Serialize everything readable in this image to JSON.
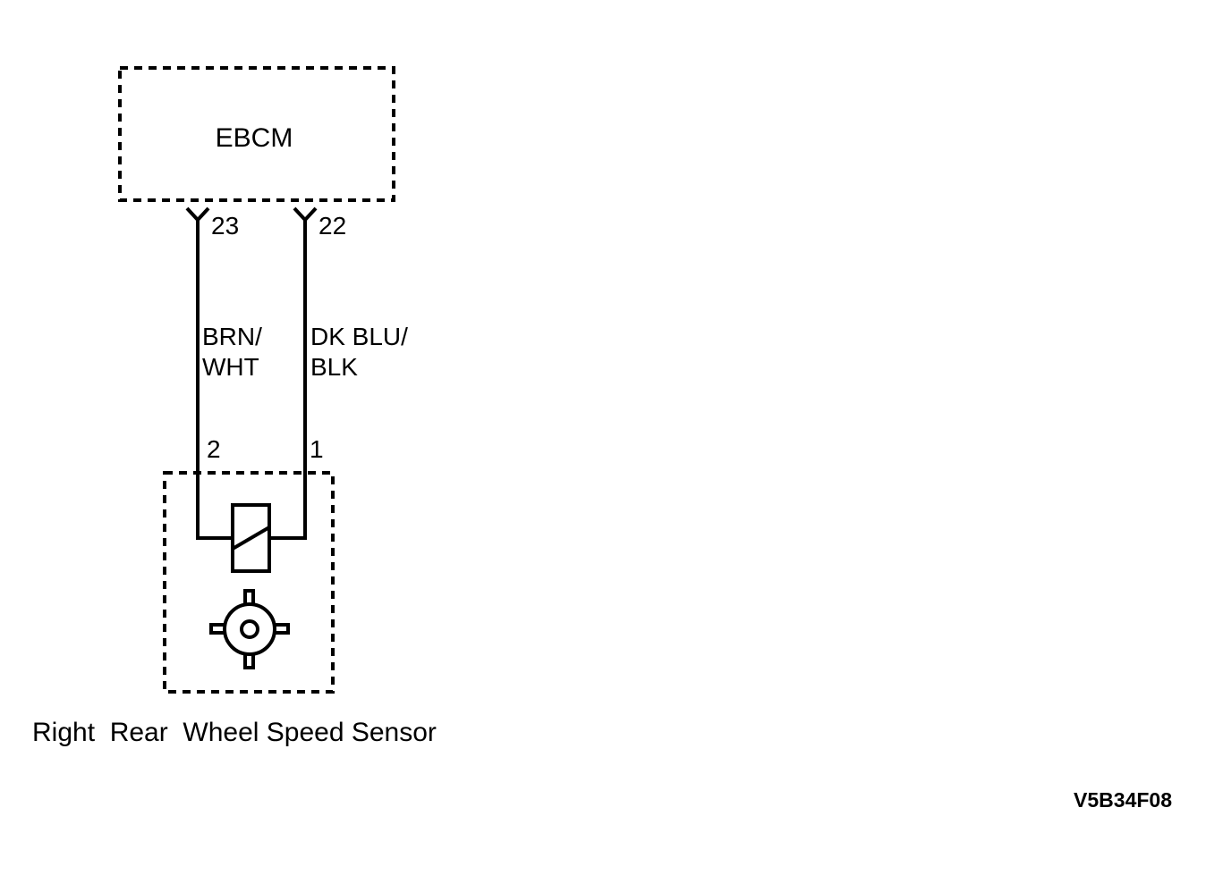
{
  "module": {
    "label": "EBCM"
  },
  "module_pins": [
    {
      "number": "23",
      "wire_color": "BRN/",
      "wire_color_line2": "WHT"
    },
    {
      "number": "22",
      "wire_color": "DK BLU/",
      "wire_color_line2": "BLK"
    }
  ],
  "sensor_pins": [
    "2",
    "1"
  ],
  "component": {
    "label": "Right  Rear  Wheel Speed Sensor"
  },
  "figure_id": "V5B34F08"
}
